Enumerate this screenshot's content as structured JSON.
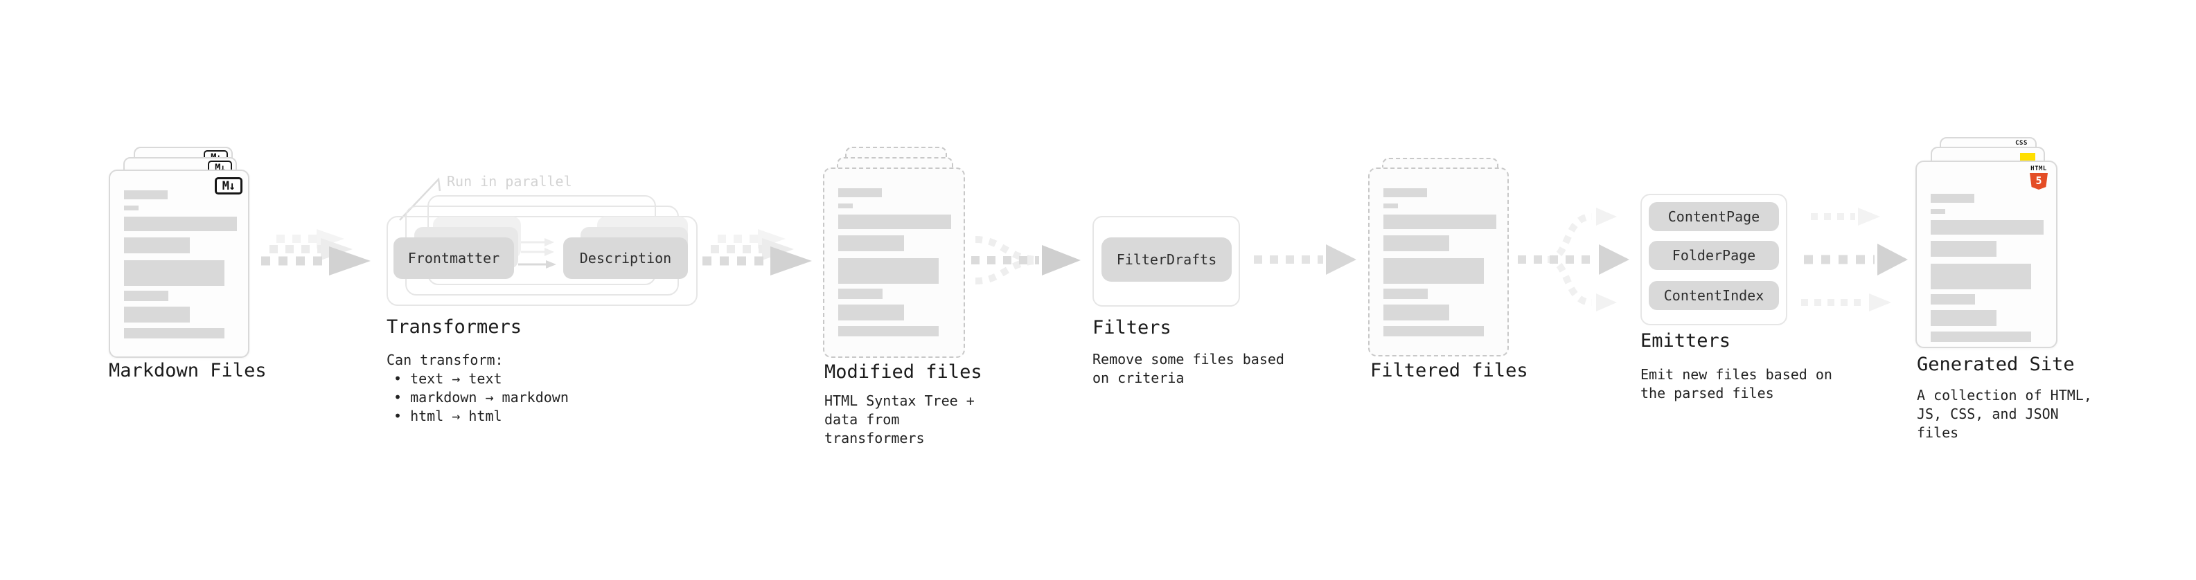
{
  "diagram": {
    "markdown_files": {
      "title": "Markdown Files",
      "badge": "M↓"
    },
    "transformers": {
      "annotation": "Run in parallel",
      "nodes": [
        "Frontmatter",
        "Description"
      ],
      "title": "Transformers",
      "caption_heading": "Can transform:",
      "bullets": [
        "• text → text",
        "• markdown → markdown",
        "• html → html"
      ]
    },
    "modified_files": {
      "title": "Modified files",
      "caption": "HTML Syntax Tree +\ndata from transformers"
    },
    "filters": {
      "title": "Filters",
      "node": "FilterDrafts",
      "caption": "Remove some files based\non criteria"
    },
    "filtered_files": {
      "title": "Filtered files"
    },
    "emitters": {
      "title": "Emitters",
      "nodes": [
        "ContentPage",
        "FolderPage",
        "ContentIndex"
      ],
      "caption": "Emit new files based on\nthe parsed files"
    },
    "generated_site": {
      "title": "Generated Site",
      "caption": "A collection of HTML,\nJS, CSS, and JSON files",
      "badges": {
        "css": "CSS",
        "html": "HTML",
        "html5_number": "5"
      }
    },
    "colors": {
      "html5_orange": "#e44d26",
      "js_yellow": "#ffdf00",
      "css_blue": "#2d66f2",
      "node_gray": "#d9d9d9",
      "text_dark": "#1b1b1b"
    }
  }
}
